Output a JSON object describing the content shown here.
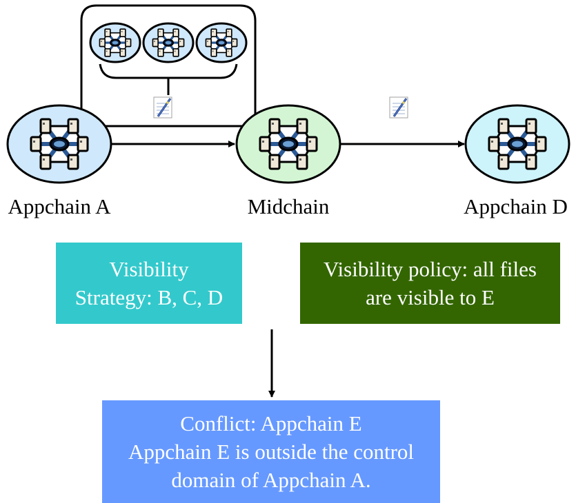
{
  "nodes": {
    "appchain_a": {
      "label": "Appchain A",
      "fill": "#cfe8fb"
    },
    "midchain": {
      "label": "Midchain",
      "fill": "#d3f5d3"
    },
    "appchain_d": {
      "label": "Appchain D",
      "fill": "#cdf3fb"
    },
    "group_chains": {
      "count": 3,
      "fill": "#cfe8fb"
    }
  },
  "icons": {
    "node_icon": "network-cluster-icon",
    "document_icon": "document-pen-icon"
  },
  "boxes": {
    "visibility_strategy": {
      "lines": [
        "Visibility",
        "Strategy: B, C, D"
      ],
      "color": "#33c9cc"
    },
    "visibility_policy": {
      "lines": [
        "Visibility policy: all files",
        "are visible to E"
      ],
      "color": "#336600"
    },
    "conflict": {
      "lines": [
        "Conflict: Appchain E",
        "Appchain E is outside the control",
        "domain of Appchain A."
      ],
      "color": "#6699ff"
    }
  }
}
